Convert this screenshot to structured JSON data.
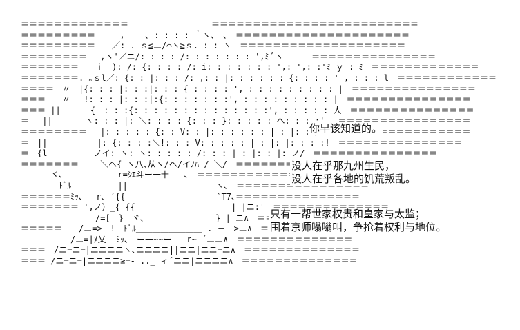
{
  "art": {
    "lines": [
      "＝＝＝＝＝＝＝＝＝＝＝＝＝　　　　　＿＿　　　＝＝＝＝＝＝＝＝＝＝＝＝＝＝＝＝＝＝＝＝＝＝＝＝＝",
      "＝＝＝＝＝＝＝＝＝　　　，－－､ : : : : ｀ヽ､－､　＝＝＝＝＝＝＝＝＝＝＝＝＝＝＝＝＝＝＝＝＝",
      "＝＝＝＝＝＝＝＝＝　　／: . ｓ≦ニ/⌒ヽ≧ｓ. : : ヽ　＝＝＝＝＝＝＝＝＝＝＝＝＝＝＝＝＝＝＝＝",
      "＝＝＝＝＝＝＝＝　 ,ヽ'／ニ/: : : : /: : : : : : : ',ﾐ ﾞヽ - -　＝＝＝＝＝＝＝＝＝＝＝＝＝＝＝",
      "＝＝＝＝＝＝＝　　ｉ　): /: {: : : : /: i: : : : : : : ',: ',: :'ﾐ ｙ : ﾐ　＝＝＝＝＝＝＝＝＝＝＝＝＝",
      "＝＝＝＝＝＝＝. ｡ｓl／: {: : |: : : /: ,: : |: : : : : : {: : : : ' , : : : l　＝＝＝＝＝＝＝＝＝＝＝＝",
      "＝＝＝＝　〃　|{: : : |: : :|: : : { : : : : ', : : : : : : : : : |　＝＝＝＝＝＝＝＝＝＝＝＝＝＝＝",
      "＝＝＝　　〃　 !: : : |: : :|:{: : : : : : :', : : : : : : : : : |　＝＝＝＝＝＝＝＝＝＝＝＝＝＝＝",
      "＝＝＝ ||　　 　{　: : :{: : : : : : : : : : : : : :', : : : : : 人　＝＝＝＝＝＝＝＝＝＝＝＝＝＝＝",
      "＝　 ||　　　　ヽ: : : |: ＼: : : : {: : : }: : : : : ヘ: : : :',　＝＝＝＝＝＝＝＝＝＝＝＝＝＝＝＝",
      "＝＝＝＝＝＝＝＝　 |: : : : : {: : V: : |: : : : : : | : |: : /ヘ '　＝＝＝＝＝＝＝＝＝＝＝＝＝＝＝",
      "＝　||　　　　　　|: {: : : :＼!: : : V: : : : : | : |: |: : : :!　＝＝＝＝＝＝＝＝＝＝＝＝＝＝＝",
      "＝　{l　　　　　 ノイ: ヽ: ヽ: : : : : /: : : | : |: : |: ノ/　＝＝＝＝＝＝＝＝＝＝＝＝＝＝＝",
      "＝＝＝＝＝＝＝　　 ＼ヘ{ ヽ八､从ヽ/ヘ/イﾉﾊ / ＼/　＝＝＝＝＝＝＝＝＝＝＝＝＝＝＝＝＝",
      "　　　 ヾ､　　　　　　 r=ｼｴ斗ー一十-- ､　＝＝＝＝＝＝＝＝＝＝＝＝＝＝＝＝＝＝＝＝＝",
      "　　　　 ﾄﾞﾙ　　　　　 ||　　　　　　　　　　 ヽ､　＝＝＝＝＝＝＝＝＝＝＝＝＝＝＝＝",
      "＝＝＝＝＝＝ﾐｯ､ 　r､ ´{{　　　　　　　　　　　`T7､＝＝＝＝＝＝＝＝＝＝＝＝＝＝＝",
      "＝＝＝＝＝＝＝ ',ノ）_{ {{　　　　　　　　　　　 | |ニ:'　＝＝＝＝＝＝＝＝＝＝＝＝＝＝",
      "　　　　　　　　　/=[　}　ヾ､　　　　　　　　 } | ニ∧　＝＝＝＝＝＝＝＝＝＝＝＝＝＝",
      "＝＝＝＝＝　　/ニ=>　!　ﾄﾞﾙ＿＿＿＿＿＿＿＿ . －　>ニ∧　＝＝＝＝＝＝＝＝＝＝＝＝＝＝",
      "　　　　　　/ニ=|ﾒ乂__ﾐｯ､　ー一~~ー-__r~ ´ニニ∧　＝＝＝＝＝＝＝＝＝＝＝＝＝＝",
      "＝＝＝　/ニ=ニ=|ニニニニヽ､ニニニニ||ニニ|ニニ=ニ∧　＝＝＝＝＝＝＝＝＝＝＝＝＝＝",
      "＝＝＝ /ニ=ニ=|ニニニニ≧=- .._ ィ´ニニ|ニニニニ∧　＝＝＝＝＝＝＝＝＝＝＝＝＝＝"
    ]
  },
  "captions": {
    "line1": "你早该知道的。",
    "line2a": "没人在乎那九州生民，",
    "line2b": "没人在乎各地的饥荒叛乱。",
    "line3a": "只有一帮世家权贵和皇家与太监；",
    "line3b": "围着京师嗡嗡叫，争抢着权利与地位。"
  }
}
